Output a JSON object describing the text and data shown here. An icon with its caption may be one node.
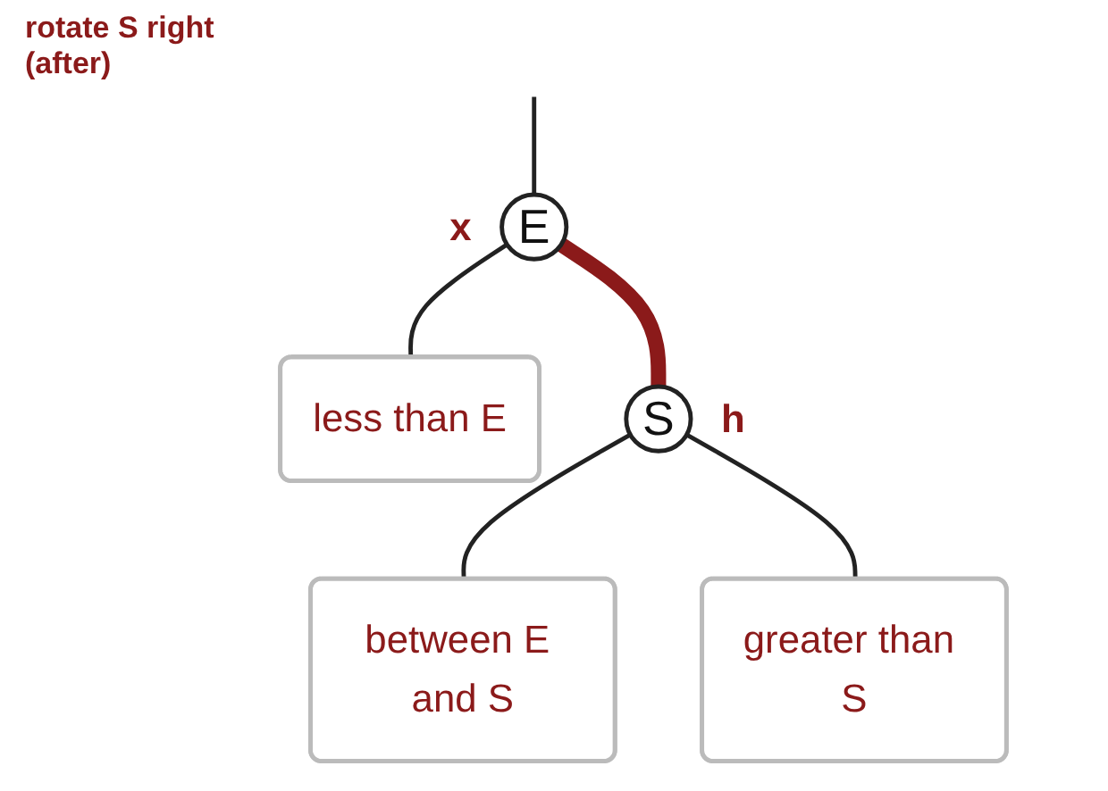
{
  "diagram": {
    "title": "rotate S right (after)",
    "nodes": [
      {
        "text": [
          "E"
        ],
        "beside": [
          "x"
        ]
      },
      {
        "text": [
          "S"
        ],
        "beside": [
          "h"
        ]
      },
      {
        "text": [
          "less than E"
        ]
      },
      {
        "text": [
          "between E and S"
        ]
      },
      {
        "text": [
          "greater than S"
        ]
      }
    ],
    "edges": [
      {
        "from": null,
        "to": 0,
        "arrow": "none"
      },
      {
        "from": 0,
        "to": 2,
        "arrow": "none"
      },
      {
        "from": 0,
        "to": 1,
        "arrow": "none",
        "style": "thick",
        "color": "#8b1a1a"
      },
      {
        "from": 1,
        "to": 3,
        "arrow": "none"
      },
      {
        "from": 1,
        "to": 4,
        "arrow": "none"
      }
    ]
  }
}
